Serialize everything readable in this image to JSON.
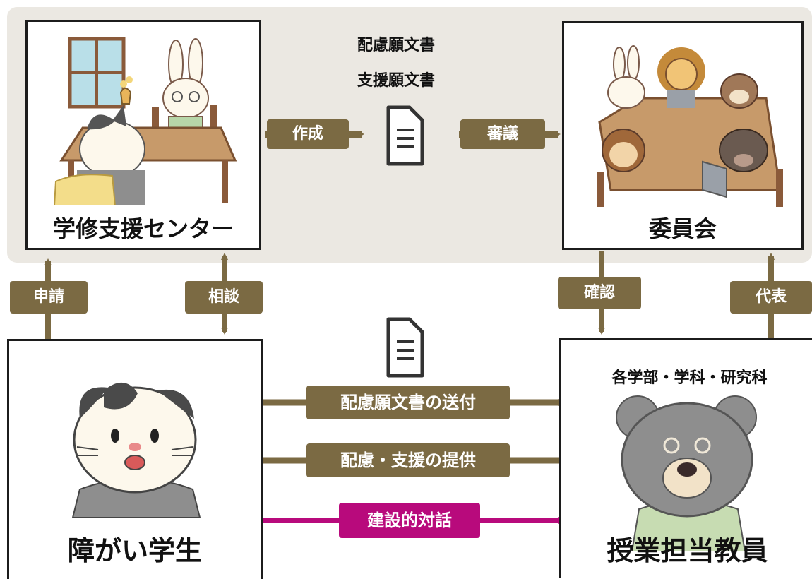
{
  "top": {
    "doc_title_1": "配慮願文書",
    "doc_title_2": "支援願文書",
    "center_box_label": "学修支援センター",
    "committee_box_label": "委員会",
    "create_label": "作成",
    "deliberate_label": "審議"
  },
  "vertical": {
    "apply_label": "申請",
    "consult_label": "相談",
    "confirm_label": "確認",
    "represent_label": "代表"
  },
  "bottom": {
    "student_box_label": "障がい学生",
    "teacher_box_label": "授業担当教員",
    "faculty_label": "各学部・学科・研究科",
    "send_doc_label": "配慮願文書の送付",
    "provide_label": "配慮・支援の提供",
    "dialogue_label": "建設的対話"
  },
  "colors": {
    "olive": "#7b6a43",
    "magenta": "#b80a7c",
    "band": "#ebe8e2",
    "doc_icon": "#333333"
  }
}
